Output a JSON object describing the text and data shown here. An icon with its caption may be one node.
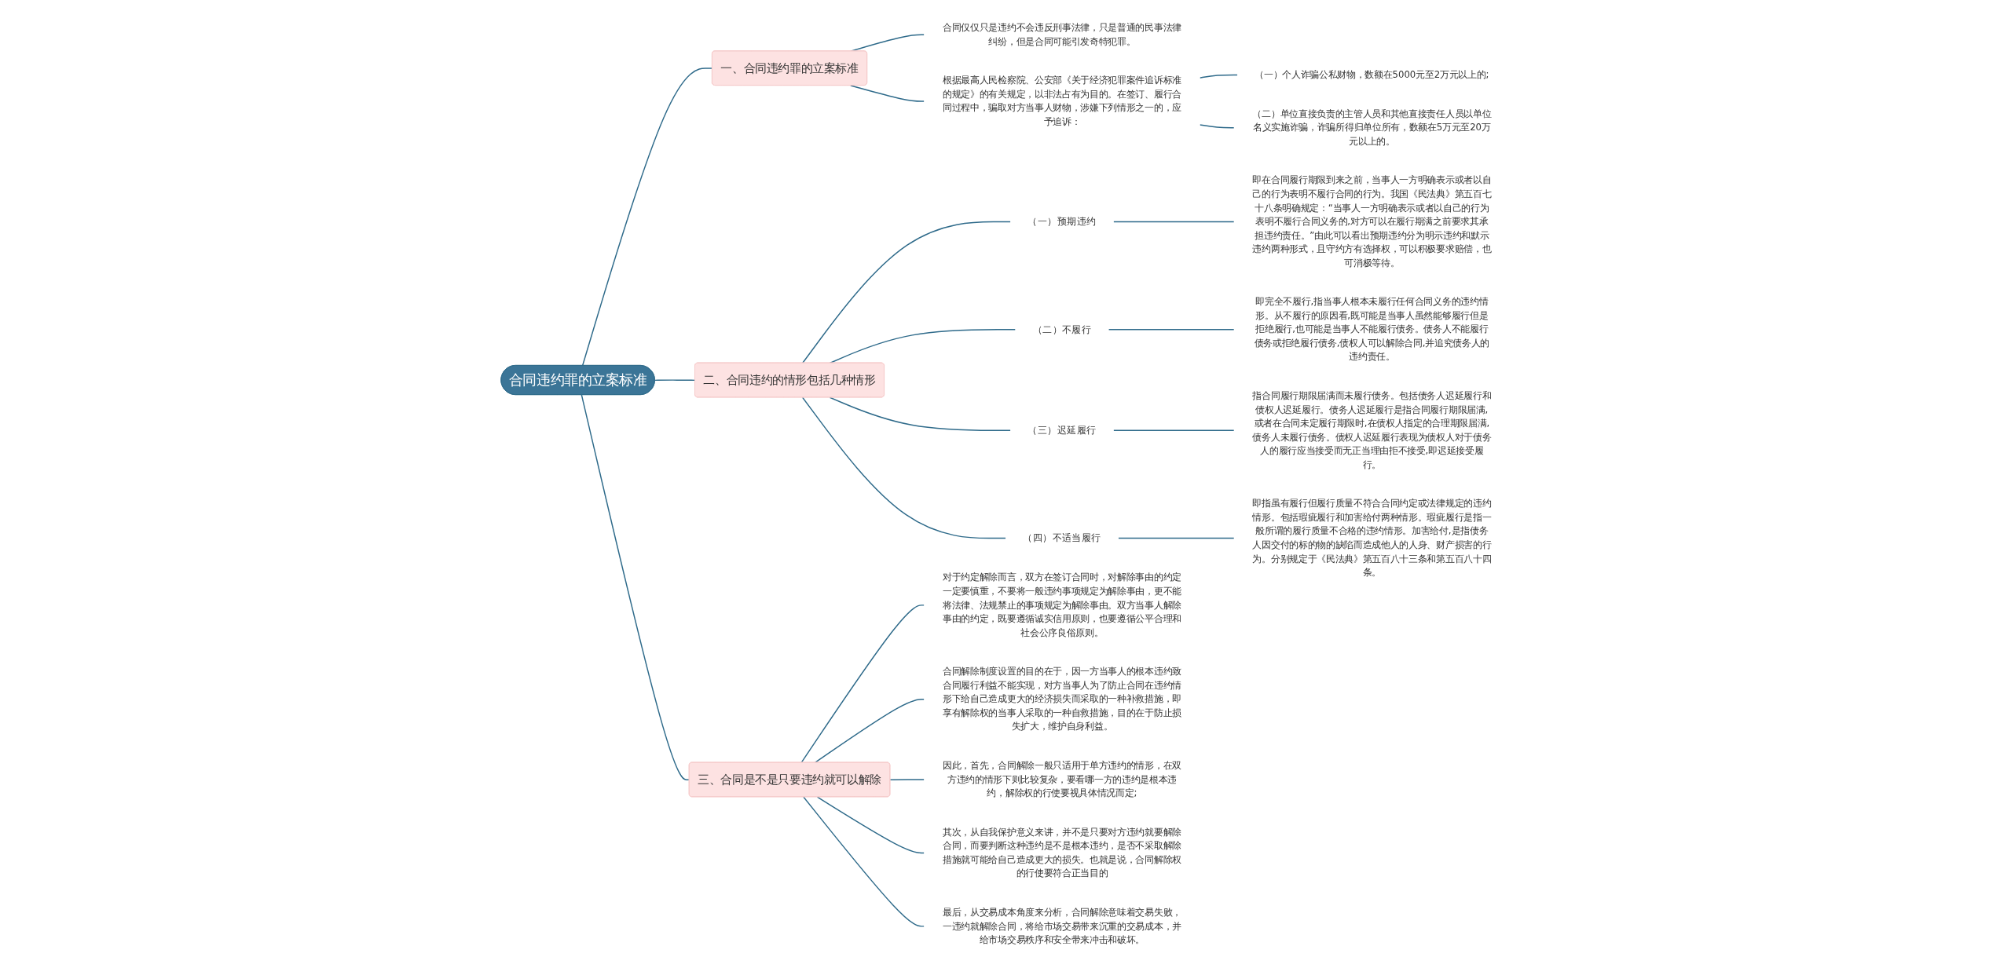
{
  "diagram": {
    "nodes": [
      {
        "text": [
          "合同违约罪的立案标准"
        ]
      },
      {
        "text": [
          "一、合同违约罪的立案标准"
        ]
      },
      {
        "text": [
          "合同仅仅只是违约不会违反刑事法律，只是普通的民事法律纠纷，但是合同可能引发奇特犯罪。"
        ]
      },
      {
        "text": [
          "根据最高人民检察院、公安部《关于经济犯罪案件追诉标准的规定》的有关规定，以非法占有为目的。在签订、履行合同过程中，骗取对方当事人财物，涉嫌下列情形之一的，应予追诉："
        ]
      },
      {
        "text": [
          "（一）个人诈骗公私财物，数额在5000元至2万元以上的;"
        ]
      },
      {
        "text": [
          "（二）单位直接负责的主管人员和其他直接责任人员以单位名义实施诈骗，诈骗所得归单位所有，数额在5万元至20万元以上的。"
        ]
      },
      {
        "text": [
          "二、合同违约的情形包括几种情形"
        ]
      },
      {
        "text": [
          "（一）预期违约"
        ]
      },
      {
        "text": [
          "即在合同履行期限到来之前，当事人一方明确表示或者以自己的行为表明不履行合同的行为。我国《民法典》第五百七十八条明确规定：“当事人一方明确表示或者以自己的行为表明不履行合同义务的,对方可以在履行期满之前要求其承担违约责任。”由此可以看出预期违约分为明示违约和默示违约两种形式，且守约方有选择权，可以积极要求赔偿，也可消极等待。"
        ]
      },
      {
        "text": [
          "（二）不履行"
        ]
      },
      {
        "text": [
          "即完全不履行,指当事人根本未履行任何合同义务的违约情形。从不履行的原因看,既可能是当事人虽然能够履行但是拒绝履行,也可能是当事人不能履行债务。债务人不能履行债务或拒绝履行债务,债权人可以解除合同,并追究债务人的违约责任。"
        ]
      },
      {
        "text": [
          "（三）迟延履行"
        ]
      },
      {
        "text": [
          "指合同履行期限届满而未履行债务。包括债务人迟延履行和债权人迟延履行。债务人迟延履行是指合同履行期限届满,或者在合同未定履行期限时,在债权人指定的合理期限届满,债务人未履行债务。债权人迟延履行表现为债权人对于债务人的履行应当接受而无正当理由拒不接受,即迟延接受履行。"
        ]
      },
      {
        "text": [
          "（四）不适当履行"
        ]
      },
      {
        "text": [
          "即指虽有履行但履行质量不符合合同约定或法律规定的违约情形。包括瑕疵履行和加害给付两种情形。瑕疵履行是指一般所谓的履行质量不合格的违约情形。加害给付,是指债务人因交付的标的物的缺陷而造成他人的人身、财产损害的行为。分别规定于《民法典》第五百八十三条和第五百八十四条。"
        ]
      },
      {
        "text": [
          "三、合同是不是只要违约就可以解除"
        ]
      },
      {
        "text": [
          "对于约定解除而言，双方在签订合同时，对解除事由的约定一定要慎重，不要将一般违约事项规定为解除事由，更不能将法律、法规禁止的事项规定为解除事由。双方当事人解除事由的约定，既要遵循诚实信用原则，也要遵循公平合理和社会公序良俗原则。"
        ]
      },
      {
        "text": [
          "合同解除制度设置的目的在于，因一方当事人的根本违约致合同履行利益不能实现，对方当事人为了防止合同在违约情形下给自己造成更大的经济损失而采取的一种补救措施，即享有解除权的当事人采取的一种自救措施，目的在于防止损失扩大，维护自身利益。"
        ]
      },
      {
        "text": [
          "因此，首先，合同解除一般只适用于单方违约的情形，在双方违约的情形下则比较复杂，要看哪一方的违约是根本违约，解除权的行使要视具体情况而定;"
        ]
      },
      {
        "text": [
          "其次，从自我保护意义来讲，并不是只要对方违约就要解除合同，而要判断这种违约是不是根本违约，是否不采取解除措施就可能给自己造成更大的损失。也就是说，合同解除权的行使要符合正当目的"
        ]
      },
      {
        "text": [
          "最后，从交易成本角度来分析，合同解除意味着交易失败，一违约就解除合同，将给市场交易带来沉重的交易成本，并给市场交易秩序和安全带来冲击和破坏。"
        ]
      }
    ],
    "edges": [
      {
        "from": 0,
        "to": 1,
        "arrow": "none"
      },
      {
        "from": 1,
        "to": 2,
        "arrow": "none"
      },
      {
        "from": 1,
        "to": 3,
        "arrow": "none"
      },
      {
        "from": 3,
        "to": 4,
        "arrow": "none"
      },
      {
        "from": 3,
        "to": 5,
        "arrow": "none"
      },
      {
        "from": 0,
        "to": 6,
        "arrow": "none"
      },
      {
        "from": 6,
        "to": 7,
        "arrow": "none"
      },
      {
        "from": 7,
        "to": 8,
        "arrow": "none"
      },
      {
        "from": 6,
        "to": 9,
        "arrow": "none"
      },
      {
        "from": 9,
        "to": 10,
        "arrow": "none"
      },
      {
        "from": 6,
        "to": 11,
        "arrow": "none"
      },
      {
        "from": 11,
        "to": 12,
        "arrow": "none"
      },
      {
        "from": 6,
        "to": 13,
        "arrow": "none"
      },
      {
        "from": 13,
        "to": 14,
        "arrow": "none"
      },
      {
        "from": 0,
        "to": 15,
        "arrow": "none"
      },
      {
        "from": 15,
        "to": 16,
        "arrow": "none"
      },
      {
        "from": 15,
        "to": 17,
        "arrow": "none"
      },
      {
        "from": 15,
        "to": 18,
        "arrow": "none"
      },
      {
        "from": 15,
        "to": 19,
        "arrow": "none"
      },
      {
        "from": 15,
        "to": 20,
        "arrow": "none"
      }
    ]
  }
}
